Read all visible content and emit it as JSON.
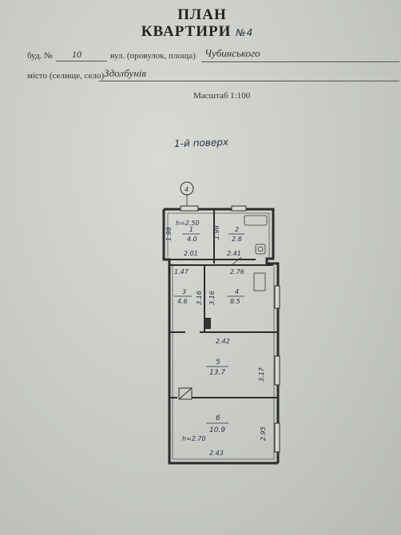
{
  "header": {
    "title_line1": "ПЛАН",
    "title_line2": "КВАРТИРИ",
    "apartment_no": "№4"
  },
  "address": {
    "building_label": "буд. №",
    "building_no": "10",
    "street_label": "вул. (провулок, площа)",
    "street_value": "Чубинського",
    "city_label": "місто (селище, село)",
    "city_value": "Здолбунів"
  },
  "scale_text": "Масштаб 1:100",
  "floor_label": "1-й поверх",
  "plan": {
    "axis_marker": "4",
    "rooms": [
      {
        "no": "1",
        "area": "4.0"
      },
      {
        "no": "2",
        "area": "2.8"
      },
      {
        "no": "3",
        "area": "4.6"
      },
      {
        "no": "4",
        "area": "8.5"
      },
      {
        "no": "5",
        "area": "13.7"
      },
      {
        "no": "6",
        "area": "10.9"
      }
    ],
    "dimensions": {
      "h_top": "h=2.50",
      "room1_height_side": "1.98",
      "room2_height_side": "1.98",
      "room1_width": "2.01",
      "room2_width": "2.41",
      "corridor_left": "1.47",
      "room4_top": "2.76",
      "room3_side": "3.16",
      "room4_side": "3.16",
      "room5_top": "2.42",
      "room5_side": "3.17",
      "room6_side": "2.95",
      "h_bottom": "h=2.70",
      "room6_bottom": "2.43"
    }
  }
}
